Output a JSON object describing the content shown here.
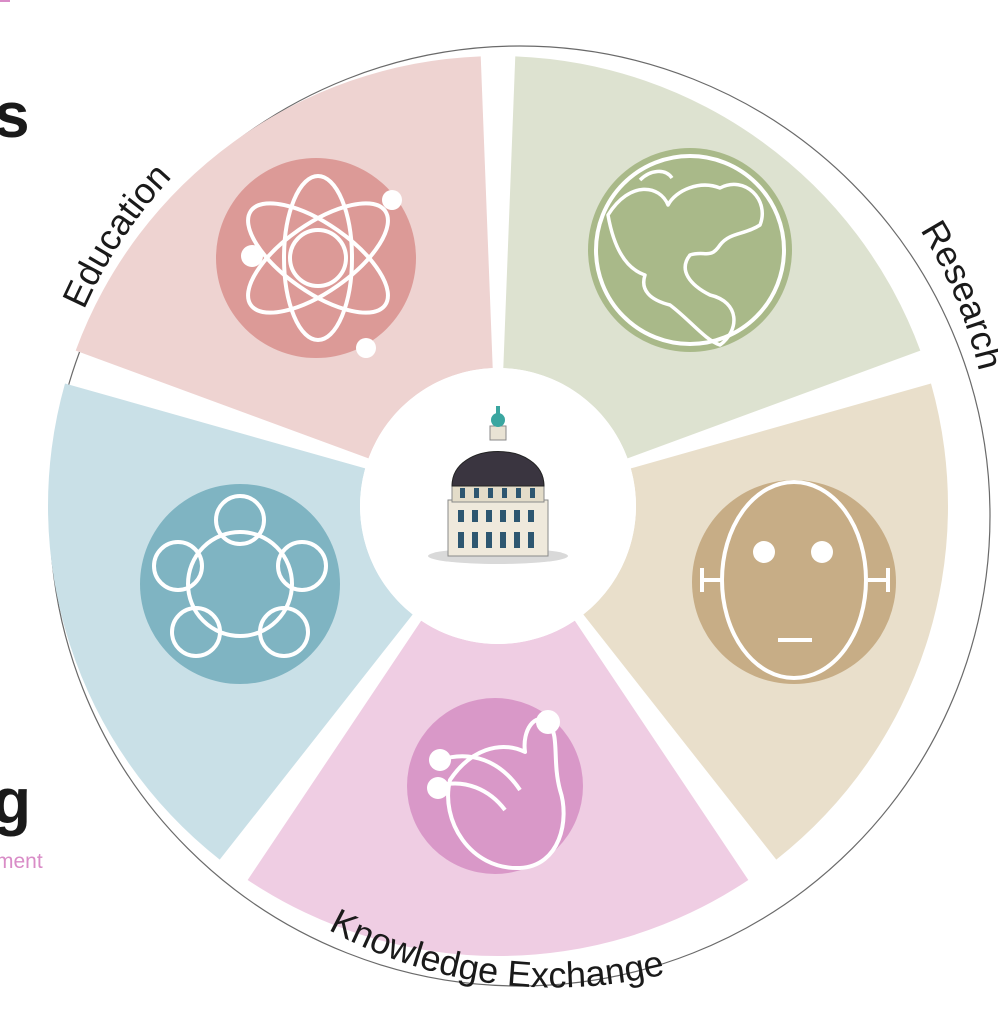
{
  "labels": {
    "education": "Education",
    "research": "Research",
    "knowledge_exchange": "Knowledge Exchange"
  },
  "cut_text": {
    "s": "s",
    "g": "g",
    "ment": "ment"
  },
  "colors": {
    "education_segment": "#eed3d1",
    "education_circle": "#dc9a97",
    "research_top_segment": "#dde2d0",
    "research_top_circle": "#a9b989",
    "research_bottom_segment": "#e9dfcb",
    "research_bottom_circle": "#c7ad86",
    "knowledge_segment": "#efcde3",
    "knowledge_circle": "#d998c8",
    "left_segment": "#c9e0e7",
    "left_circle": "#7fb4c2",
    "outline": "#5a5a5a",
    "accent_text": "#d98cc7"
  },
  "icons": [
    "atom-icon",
    "globe-icon",
    "face-icon",
    "hand-icon",
    "linked-circles-icon",
    "building-dome-icon"
  ]
}
